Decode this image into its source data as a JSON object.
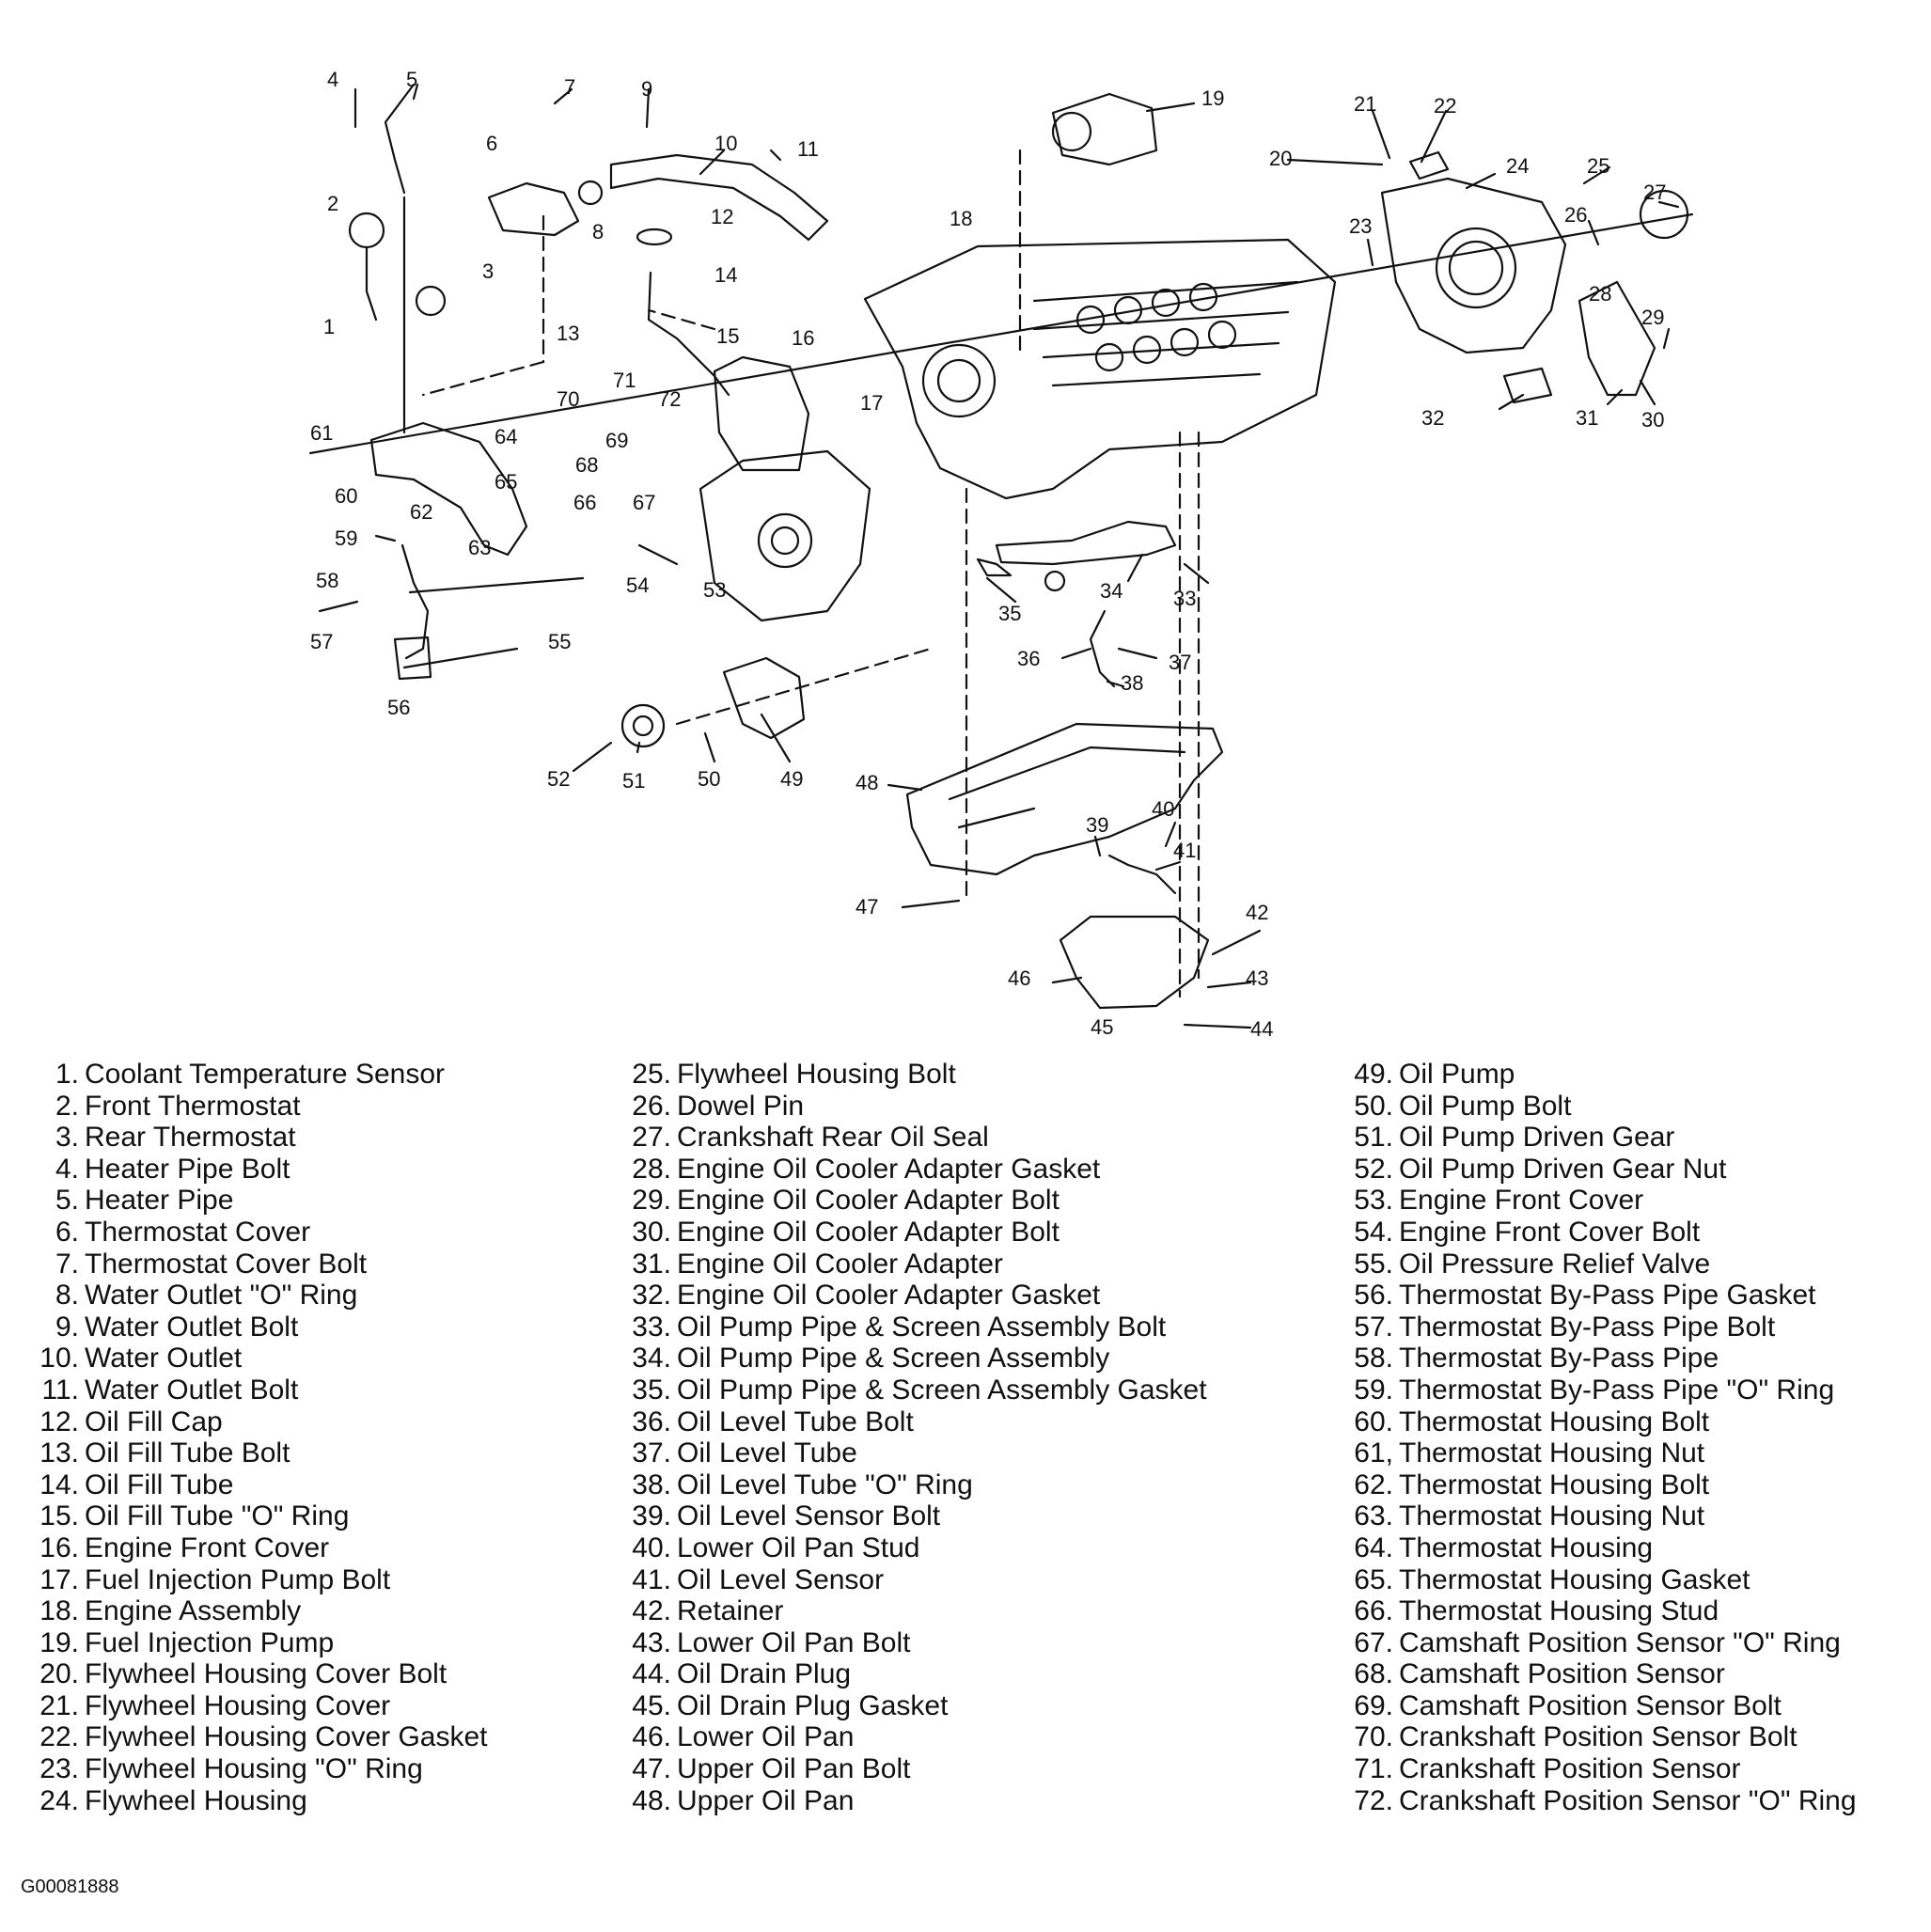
{
  "legend": {
    "col1": [
      {
        "num": "1.",
        "label": "Coolant Temperature Sensor"
      },
      {
        "num": "2.",
        "label": "Front Thermostat"
      },
      {
        "num": "3.",
        "label": "Rear Thermostat"
      },
      {
        "num": "4.",
        "label": "Heater Pipe Bolt"
      },
      {
        "num": "5.",
        "label": "Heater Pipe"
      },
      {
        "num": "6.",
        "label": "Thermostat Cover"
      },
      {
        "num": "7.",
        "label": "Thermostat Cover Bolt"
      },
      {
        "num": "8.",
        "label": "Water Outlet \"O\" Ring"
      },
      {
        "num": "9.",
        "label": "Water Outlet Bolt"
      },
      {
        "num": "10.",
        "label": "Water Outlet"
      },
      {
        "num": "11.",
        "label": "Water Outlet Bolt"
      },
      {
        "num": "12.",
        "label": "Oil Fill Cap"
      },
      {
        "num": "13.",
        "label": "Oil Fill Tube Bolt"
      },
      {
        "num": "14.",
        "label": "Oil Fill Tube"
      },
      {
        "num": "15.",
        "label": "Oil Fill Tube \"O\" Ring"
      },
      {
        "num": "16.",
        "label": "Engine Front Cover"
      },
      {
        "num": "17.",
        "label": "Fuel Injection Pump Bolt"
      },
      {
        "num": "18.",
        "label": "Engine Assembly"
      },
      {
        "num": "19.",
        "label": "Fuel Injection Pump"
      },
      {
        "num": "20.",
        "label": "Flywheel Housing Cover Bolt"
      },
      {
        "num": "21.",
        "label": "Flywheel Housing Cover"
      },
      {
        "num": "22.",
        "label": "Flywheel Housing Cover Gasket"
      },
      {
        "num": "23.",
        "label": "Flywheel Housing \"O\" Ring"
      },
      {
        "num": "24.",
        "label": "Flywheel Housing"
      }
    ],
    "col2": [
      {
        "num": "25.",
        "label": "Flywheel Housing Bolt"
      },
      {
        "num": "26.",
        "label": "Dowel Pin"
      },
      {
        "num": "27.",
        "label": "Crankshaft Rear Oil Seal"
      },
      {
        "num": "28.",
        "label": "Engine Oil Cooler Adapter Gasket"
      },
      {
        "num": "29.",
        "label": "Engine Oil Cooler Adapter Bolt"
      },
      {
        "num": "30.",
        "label": "Engine Oil Cooler Adapter Bolt"
      },
      {
        "num": "31.",
        "label": "Engine Oil Cooler Adapter"
      },
      {
        "num": "32.",
        "label": "Engine Oil Cooler Adapter Gasket"
      },
      {
        "num": "33.",
        "label": "Oil Pump Pipe & Screen Assembly Bolt"
      },
      {
        "num": "34.",
        "label": "Oil Pump Pipe & Screen Assembly"
      },
      {
        "num": "35.",
        "label": "Oil Pump Pipe & Screen Assembly Gasket"
      },
      {
        "num": "36.",
        "label": "Oil Level Tube Bolt"
      },
      {
        "num": "37.",
        "label": "Oil Level Tube"
      },
      {
        "num": "38.",
        "label": "Oil Level Tube \"O\" Ring"
      },
      {
        "num": "39.",
        "label": "Oil Level Sensor Bolt"
      },
      {
        "num": "40.",
        "label": "Lower Oil Pan Stud"
      },
      {
        "num": "41.",
        "label": "Oil Level Sensor"
      },
      {
        "num": "42.",
        "label": "Retainer"
      },
      {
        "num": "43.",
        "label": "Lower Oil Pan Bolt"
      },
      {
        "num": "44.",
        "label": "Oil Drain Plug"
      },
      {
        "num": "45.",
        "label": "Oil Drain Plug Gasket"
      },
      {
        "num": "46.",
        "label": "Lower Oil Pan"
      },
      {
        "num": "47.",
        "label": "Upper Oil Pan Bolt"
      },
      {
        "num": "48.",
        "label": "Upper Oil Pan"
      }
    ],
    "col3": [
      {
        "num": "49.",
        "label": "Oil Pump"
      },
      {
        "num": "50.",
        "label": "Oil Pump Bolt"
      },
      {
        "num": "51.",
        "label": "Oil Pump Driven Gear"
      },
      {
        "num": "52.",
        "label": "Oil Pump Driven Gear Nut"
      },
      {
        "num": "53.",
        "label": "Engine Front Cover"
      },
      {
        "num": "54.",
        "label": "Engine Front Cover Bolt"
      },
      {
        "num": "55.",
        "label": "Oil Pressure Relief Valve"
      },
      {
        "num": "56.",
        "label": "Thermostat By-Pass Pipe Gasket"
      },
      {
        "num": "57.",
        "label": "Thermostat By-Pass Pipe Bolt"
      },
      {
        "num": "58.",
        "label": "Thermostat By-Pass Pipe"
      },
      {
        "num": "59.",
        "label": "Thermostat By-Pass Pipe \"O\" Ring"
      },
      {
        "num": "60.",
        "label": "Thermostat Housing Bolt"
      },
      {
        "num": "61,",
        "label": "Thermostat Housing Nut"
      },
      {
        "num": "62.",
        "label": "Thermostat Housing Bolt"
      },
      {
        "num": "63.",
        "label": "Thermostat Housing Nut"
      },
      {
        "num": "64.",
        "label": "Thermostat Housing"
      },
      {
        "num": "65.",
        "label": "Thermostat Housing Gasket"
      },
      {
        "num": "66.",
        "label": "Thermostat Housing Stud"
      },
      {
        "num": "67.",
        "label": "Camshaft Position Sensor \"O\" Ring"
      },
      {
        "num": "68.",
        "label": "Camshaft Position Sensor"
      },
      {
        "num": "69.",
        "label": "Camshaft Position Sensor Bolt"
      },
      {
        "num": "70.",
        "label": "Crankshaft Position Sensor Bolt"
      },
      {
        "num": "71.",
        "label": "Crankshaft Position Sensor"
      },
      {
        "num": "72.",
        "label": "Crankshaft Position Sensor \"O\" Ring"
      }
    ]
  },
  "callouts": [
    "1",
    "2",
    "3",
    "4",
    "5",
    "6",
    "7",
    "8",
    "9",
    "10",
    "11",
    "12",
    "13",
    "14",
    "15",
    "16",
    "17",
    "18",
    "19",
    "20",
    "21",
    "22",
    "23",
    "24",
    "25",
    "26",
    "27",
    "28",
    "29",
    "30",
    "31",
    "32",
    "33",
    "34",
    "35",
    "36",
    "37",
    "38",
    "39",
    "40",
    "41",
    "42",
    "43",
    "44",
    "45",
    "46",
    "47",
    "48",
    "49",
    "50",
    "51",
    "52",
    "53",
    "54",
    "55",
    "56",
    "57",
    "58",
    "59",
    "60",
    "61",
    "62",
    "63",
    "64",
    "65",
    "66",
    "67",
    "68",
    "69",
    "70",
    "71",
    "72"
  ],
  "figure_id": "G00081888",
  "colors": {
    "ink": "#111111",
    "background": "#ffffff"
  }
}
